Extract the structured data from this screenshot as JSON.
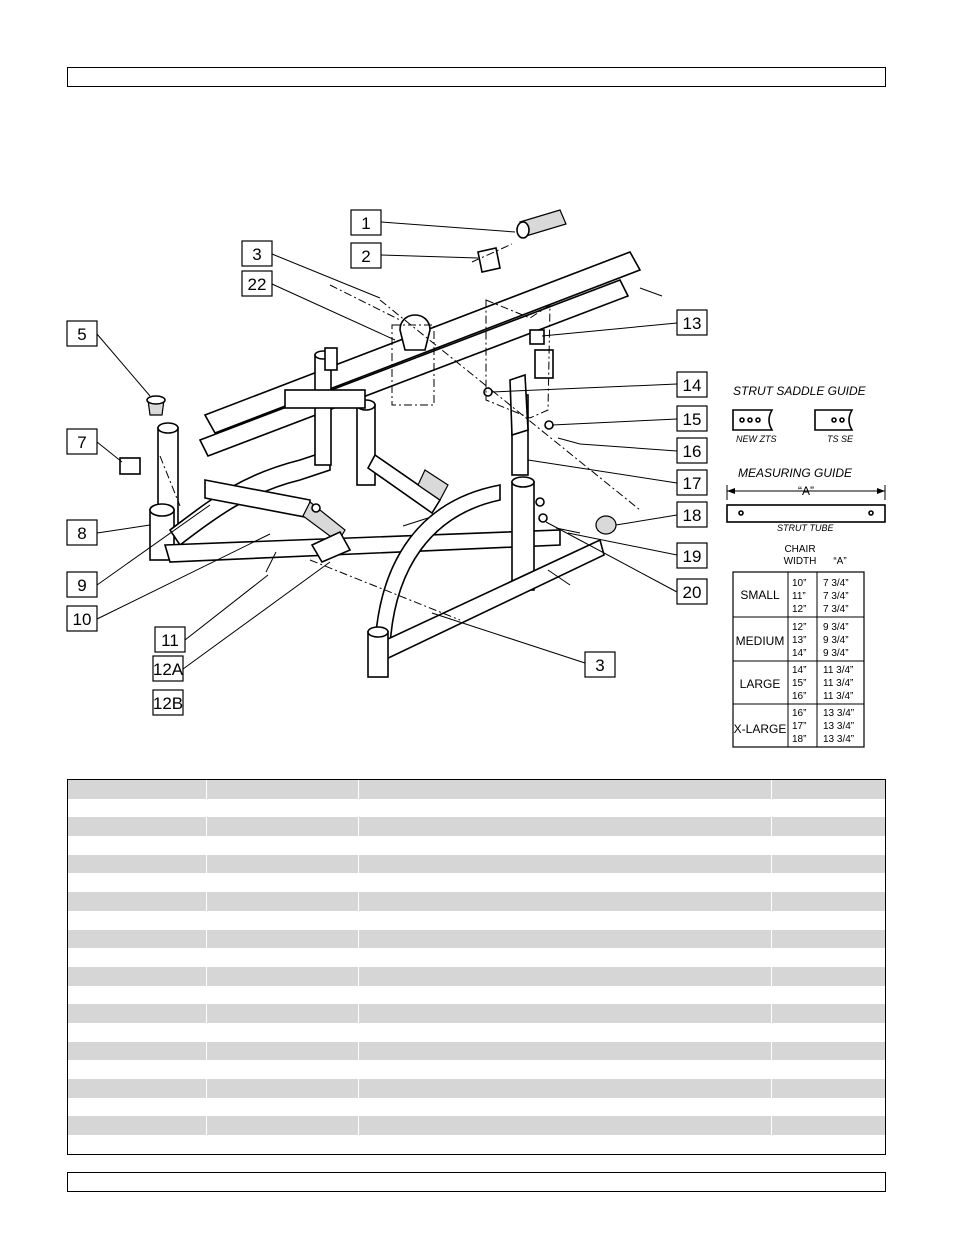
{
  "callouts": {
    "c1": "1",
    "c2": "2",
    "c3a": "3",
    "c22": "22",
    "c5": "5",
    "c7": "7",
    "c8": "8",
    "c9": "9",
    "c10": "10",
    "c11": "11",
    "c12a": "12A",
    "c12b": "12B",
    "c3b": "3",
    "c13": "13",
    "c14": "14",
    "c15": "15",
    "c16": "16",
    "c17": "17",
    "c18": "18",
    "c19": "19",
    "c20": "20"
  },
  "strut_saddle_guide": {
    "title": "STRUT SADDLE GUIDE",
    "left_label": "NEW ZTS",
    "right_label": "TS SE"
  },
  "measuring_guide": {
    "title": "MEASURING GUIDE",
    "dimension": "“A”",
    "tube_label": "STRUT TUBE"
  },
  "size_table": {
    "head_width": "CHAIR",
    "head_width2": "WIDTH",
    "head_a": "“A”",
    "groups": [
      {
        "size": "SMALL",
        "widths": [
          "10”",
          "11”",
          "12”"
        ],
        "a": [
          "7 3/4”",
          "7 3/4”",
          "7 3/4”"
        ]
      },
      {
        "size": "MEDIUM",
        "widths": [
          "12”",
          "13”",
          "14”"
        ],
        "a": [
          "9 3/4”",
          "9 3/4”",
          "9 3/4”"
        ]
      },
      {
        "size": "LARGE",
        "widths": [
          "14”",
          "15”",
          "16”"
        ],
        "a": [
          "11 3/4”",
          "11 3/4”",
          "11 3/4”"
        ]
      },
      {
        "size": "X-LARGE",
        "widths": [
          "16”",
          "17”",
          "18”"
        ],
        "a": [
          "13 3/4”",
          "13 3/4”",
          "13 3/4”"
        ]
      }
    ]
  },
  "colors": {
    "row_shade": "#d6d6d6",
    "line": "#000000"
  }
}
